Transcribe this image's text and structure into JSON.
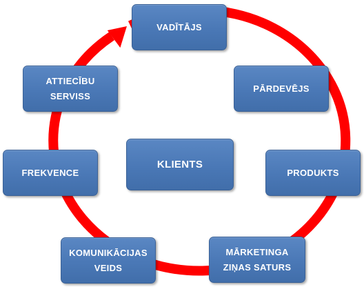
{
  "center": {
    "label": "KLIENTS"
  },
  "nodes": [
    {
      "id": "vaditajs",
      "lines": [
        "VADĪTĀJS"
      ]
    },
    {
      "id": "pardevejs",
      "lines": [
        "PĀRDEVĒJS"
      ]
    },
    {
      "id": "produkts",
      "lines": [
        "PRODUKTS"
      ]
    },
    {
      "id": "marketinga",
      "lines": [
        "MĀRKETINGA",
        "ZIŅAS SATURS"
      ]
    },
    {
      "id": "komunikacijas",
      "lines": [
        "KOMUNIKĀCIJAS",
        "VEIDS"
      ]
    },
    {
      "id": "frekvence",
      "lines": [
        "FREKVENCE"
      ]
    },
    {
      "id": "attiecibu",
      "lines": [
        "ATTIECĪBU",
        "SERVISS"
      ]
    }
  ],
  "colors": {
    "node_fill": "#4f7ebd",
    "node_border": "#3a6196",
    "node_text": "#ffffff",
    "cycle_arrow": "#ff0000"
  },
  "connector": {
    "type": "circular-arrow",
    "direction": "clockwise",
    "arrowhead_at": "vaditajs"
  }
}
